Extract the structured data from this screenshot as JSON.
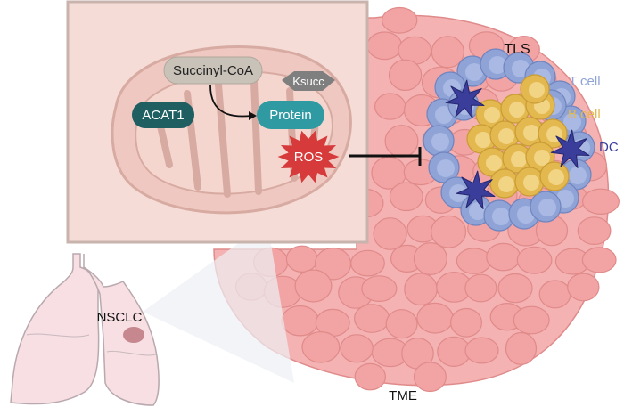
{
  "labels": {
    "succinyl_coa": "Succinyl-CoA",
    "acat1": "ACAT1",
    "protein": "Protein",
    "ksucc": "Ksucc",
    "ros": "ROS",
    "tls": "TLS",
    "t_cell": "T cell",
    "b_cell": "B cell",
    "dc": "DC",
    "nsclc": "NSCLC",
    "tme": "TME"
  },
  "colors": {
    "t_cell": "#8fa3d6",
    "b_cell": "#e3b84f",
    "dc": "#3a3d9a",
    "ros": "#d63a3a",
    "acat1": "#1f5f62",
    "protein": "#2f9aa2",
    "tumor_cell": "#f2a3a3",
    "succinyl_coa": "#c9c2b8",
    "ksucc": "#7f7f7f"
  }
}
